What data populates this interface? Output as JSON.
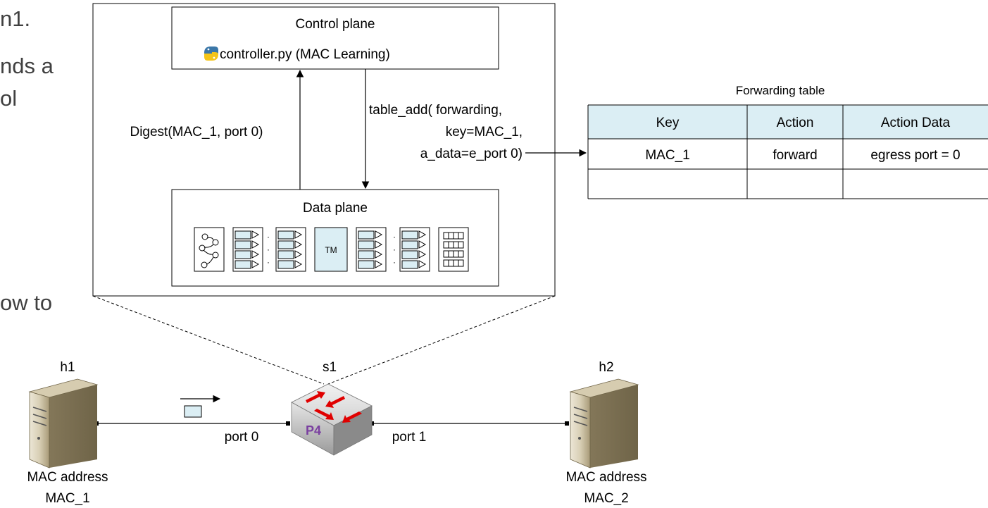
{
  "background_text": [
    "n1.",
    "nds a",
    "ol",
    "ow to"
  ],
  "control_plane": {
    "title": "Control plane",
    "controller": "controller.py (MAC Learning)",
    "icon": "python-icon"
  },
  "data_plane": {
    "title": "Data plane",
    "tm_label": "TM"
  },
  "digest_label": "Digest(MAC_1, port 0)",
  "table_add_lines": [
    "table_add( forwarding,",
    "key=MAC_1,",
    "a_data=e_port 0)"
  ],
  "forwarding_table": {
    "title": "Forwarding table",
    "headers": [
      "Key",
      "Action",
      "Action Data"
    ],
    "rows": [
      [
        "MAC_1",
        "forward",
        "egress port = 0"
      ],
      [
        "",
        "",
        ""
      ]
    ],
    "header_color": "#dbeef4"
  },
  "network": {
    "h1": {
      "name": "h1",
      "addr_label": "MAC address",
      "mac": "MAC_1"
    },
    "h2": {
      "name": "h2",
      "addr_label": "MAC address",
      "mac": "MAC_2"
    },
    "s1": {
      "name": "s1",
      "logo": "P4"
    },
    "port0": "port 0",
    "port1": "port 1"
  },
  "colors": {
    "packet": "#dbeef4",
    "switch_arrows": "#e00000",
    "server_body": "#b8ab8c",
    "p4_logo": "#7a3fa0"
  }
}
